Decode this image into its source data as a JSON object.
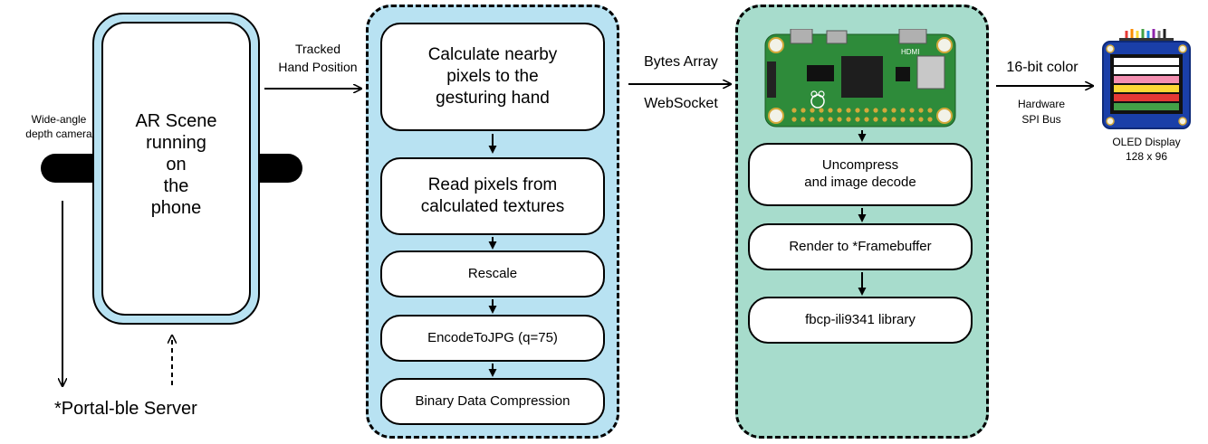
{
  "colors": {
    "phone_fill": "#b8e2f2",
    "pipeline_panel": "#b8e2f2",
    "pi_panel": "#a7dccc",
    "stroke": "#000000",
    "pi_board": "#2e8b3a",
    "pi_gold": "#d4a93a",
    "oled_blue": "#1a3fa8"
  },
  "phone": {
    "camera_label": [
      "Wide-angle",
      "depth camera"
    ],
    "screen_text": [
      "AR Scene",
      "running",
      "on",
      "the",
      "phone"
    ]
  },
  "server": {
    "label": "*Portal-ble Server"
  },
  "edges": {
    "tracked_hand": [
      "Tracked",
      "Hand Position"
    ],
    "bytes_array": "Bytes Array",
    "websocket": "WebSocket",
    "color_depth": "16-bit color",
    "spi_bus": [
      "Hardware",
      "SPI Bus"
    ]
  },
  "pipeline": {
    "steps": [
      [
        "Calculate nearby",
        "pixels to the",
        "gesturing hand"
      ],
      [
        "Read pixels from",
        "calculated textures"
      ],
      [
        "Rescale"
      ],
      [
        "EncodeToJPG (q=75)"
      ],
      [
        "Binary Data Compression"
      ]
    ]
  },
  "raspberry_pi": {
    "board_icon": "raspberry-pi-zero-board",
    "board_marking": "HDMI",
    "steps": [
      [
        "Uncompress",
        "and image decode"
      ],
      [
        "Render to *Framebuffer"
      ],
      [
        "fbcp-ili9341 library"
      ]
    ]
  },
  "display": {
    "icon": "oled-display-module",
    "label": [
      "OLED Display",
      "128 x 96"
    ]
  }
}
